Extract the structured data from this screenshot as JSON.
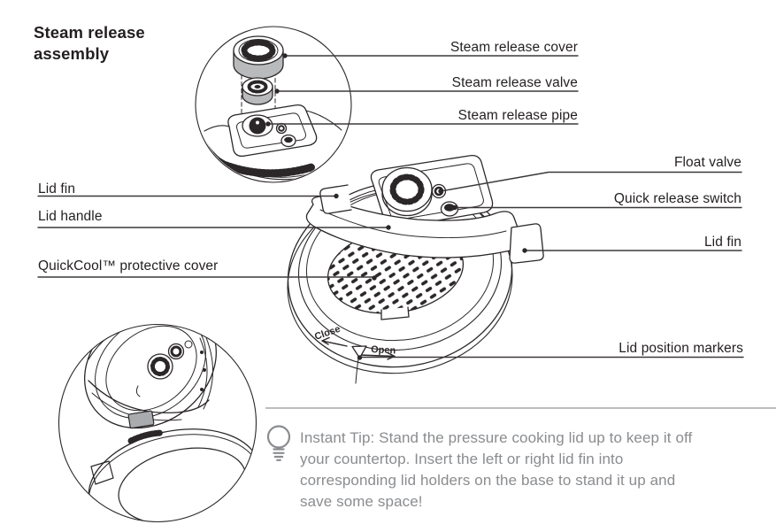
{
  "page": {
    "title": "Steam release assembly"
  },
  "callouts": {
    "steam_release_cover": "Steam release cover",
    "steam_release_valve": "Steam release valve",
    "steam_release_pipe": "Steam release pipe",
    "float_valve": "Float valve",
    "quick_release_switch": "Quick release switch",
    "lid_fin_right": "Lid fin",
    "lid_fin_left": "Lid fin",
    "lid_handle": "Lid handle",
    "quickcool_protective_cover": "QuickCool™ protective cover",
    "lid_position_markers": "Lid position markers"
  },
  "lid_markers": {
    "close": "Close",
    "open": "Open"
  },
  "tip": {
    "icon": "lightbulb-icon",
    "text": "Instant Tip: Stand the pressure cooking lid up to keep it off your countertop. Insert the left or right lid fin into corresponding lid holders on the base to stand it up and save some space!"
  },
  "colors": {
    "ink": "#2b2728",
    "label_text": "#231f20",
    "tip_text": "#8a8c8f",
    "divider": "#bcbdbf",
    "shaded_fin": "#a9abae",
    "background": "#ffffff"
  }
}
